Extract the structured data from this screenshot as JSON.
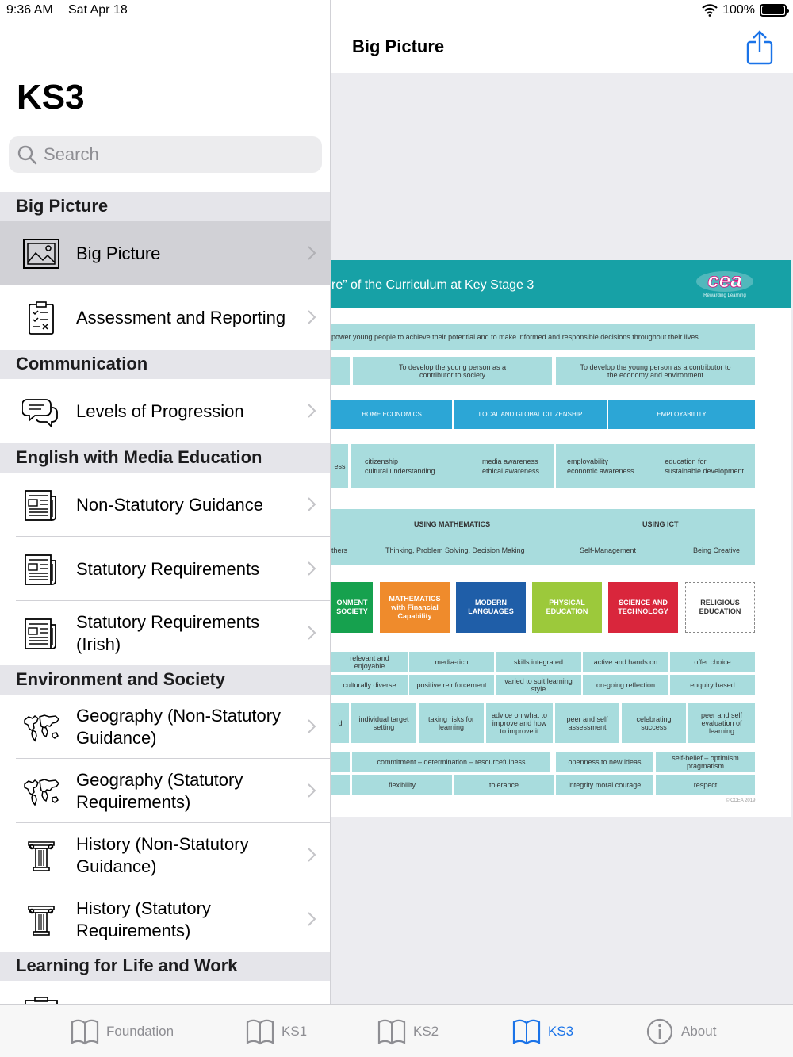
{
  "status_bar": {
    "time": "9:36 AM",
    "date": "Sat Apr 18",
    "battery": "100%",
    "battery_level": 1.0
  },
  "sidebar": {
    "title": "KS3",
    "search_placeholder": "Search",
    "sections": [
      {
        "header": "Big Picture",
        "items": [
          {
            "label": "Big Picture",
            "icon": "image-icon",
            "selected": true
          },
          {
            "label": "Assessment and Reporting",
            "icon": "clipboard-icon"
          }
        ]
      },
      {
        "header": "Communication",
        "items": [
          {
            "label": "Levels of Progression",
            "icon": "speech-bubbles-icon"
          }
        ]
      },
      {
        "header": "English with Media Education",
        "items": [
          {
            "label": "Non-Statutory Guidance",
            "icon": "newspaper-icon"
          },
          {
            "label": "Statutory Requirements",
            "icon": "newspaper-icon"
          },
          {
            "label": "Statutory Requirements (Irish)",
            "icon": "newspaper-icon"
          }
        ]
      },
      {
        "header": "Environment and Society",
        "items": [
          {
            "label": "Geography (Non-Statutory Guidance)",
            "icon": "world-map-icon"
          },
          {
            "label": "Geography (Statutory Requirements)",
            "icon": "world-map-icon"
          },
          {
            "label": "History (Non-Statutory Guidance)",
            "icon": "column-icon"
          },
          {
            "label": "History (Statutory Requirements)",
            "icon": "column-icon"
          }
        ]
      },
      {
        "header": "Learning for Life and Work",
        "items": []
      }
    ]
  },
  "detail": {
    "title": "Big Picture",
    "poster": {
      "header_title": "re” of the Curriculum at Key Stage 3",
      "logo_text": "cea",
      "logo_tagline": "Rewarding Learning",
      "aim": "power young people to achieve their potential and to make informed and responsible decisions throughout their lives.",
      "objectives": [
        "To develop the young person as a contributor to society",
        "To develop the young person as a contributor to the economy and environment"
      ],
      "strands": [
        "HOME ECONOMICS",
        "LOCAL AND GLOBAL CITIZENSHIP",
        "EMPLOYABILITY"
      ],
      "key_elements": {
        "left_fragment": "ess",
        "col1": [
          "citizenship",
          "cultural understanding"
        ],
        "col2": [
          "media awareness",
          "ethical awareness"
        ],
        "col3": [
          "employability",
          "economic awareness"
        ],
        "col4": [
          "education for",
          "sustainable development"
        ]
      },
      "skills_top": [
        "USING MATHEMATICS",
        "USING ICT"
      ],
      "skills_bottom": [
        "thers",
        "Thinking, Problem Solving, Decision Making",
        "Self-Management",
        "Being Creative"
      ],
      "subjects": [
        {
          "label": "ONMENT SOCIETY",
          "color": "#16a14e"
        },
        {
          "label": "MATHEMATICS with Financial Capability",
          "color": "#ef8b2c"
        },
        {
          "label": "MODERN LANGUAGES",
          "color": "#1f5ea8"
        },
        {
          "label": "PHYSICAL EDUCATION",
          "color": "#9cc93b"
        },
        {
          "label": "SCIENCE AND TECHNOLOGY",
          "color": "#d9263c"
        },
        {
          "label": "RELIGIOUS EDUCATION",
          "color": "#ffffff"
        }
      ],
      "learning_row1": [
        "relevant and enjoyable",
        "media-rich",
        "skills integrated",
        "active and hands on",
        "offer choice"
      ],
      "learning_row2": [
        "culturally diverse",
        "positive reinforcement",
        "varied to suit learning style",
        "on-going reflection",
        "enquiry based"
      ],
      "assessment_row": [
        "d",
        "individual target setting",
        "taking risks for learning",
        "advice on what to improve and how to improve it",
        "peer and self assessment",
        "celebrating success",
        "peer and self evaluation of learning"
      ],
      "attitudes_row1": [
        "commitment – determination – resourcefulness",
        "openness to new ideas",
        "self-belief – optimism pragmatism"
      ],
      "attitudes_row2": [
        "flexibility",
        "tolerance",
        "integrity moral courage",
        "respect"
      ],
      "copyright": "© CCEA 2019"
    }
  },
  "tab_bar": {
    "tabs": [
      {
        "label": "Foundation",
        "icon": "book-icon"
      },
      {
        "label": "KS1",
        "icon": "book-icon"
      },
      {
        "label": "KS2",
        "icon": "book-icon"
      },
      {
        "label": "KS3",
        "icon": "book-icon",
        "active": true
      },
      {
        "label": "About",
        "icon": "info-icon"
      }
    ],
    "active_color": "#1a73e8"
  }
}
